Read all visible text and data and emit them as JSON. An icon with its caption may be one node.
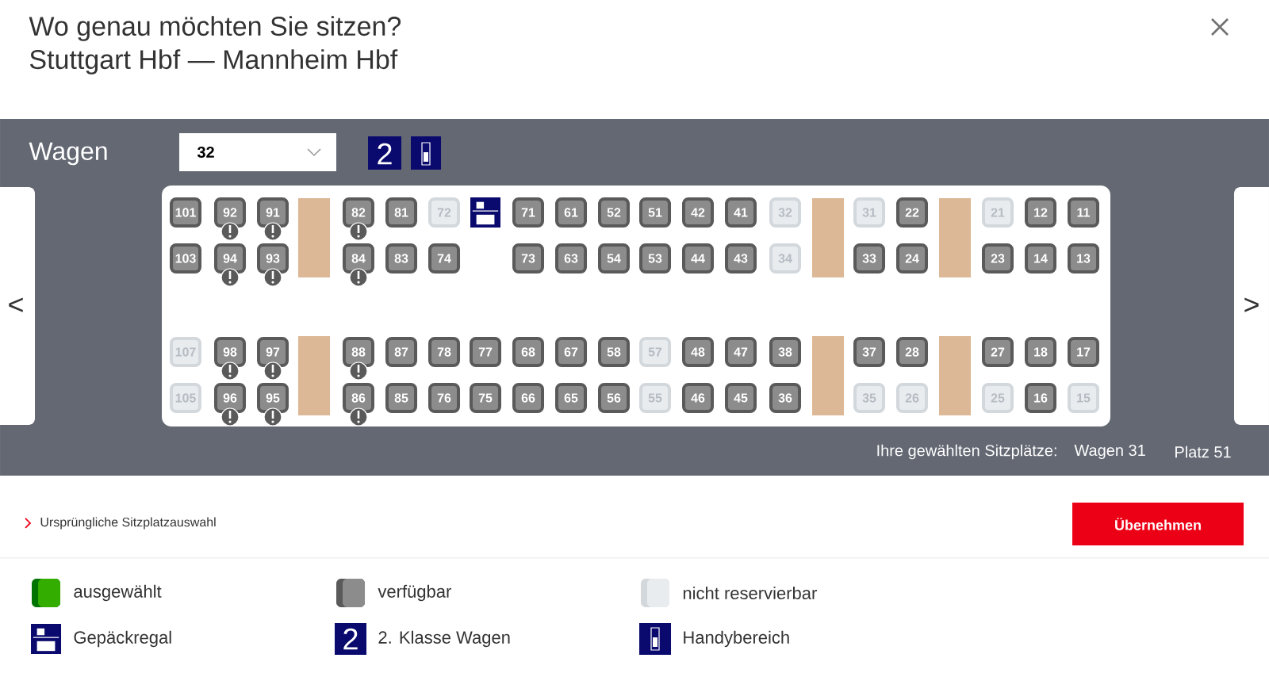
{
  "diagram": {
    "title": "Wo genau möchten Sie sitzen?",
    "nodes": [
      {
        "text": [],
        "shape": "box"
      },
      {
        "text": [
          "101"
        ],
        "in": 0
      },
      {
        "text": [
          "92"
        ],
        "in": 0
      },
      {
        "text": [
          "91"
        ],
        "in": 0
      },
      {
        "text": [
          "82"
        ],
        "in": 0
      },
      {
        "text": [
          "81"
        ],
        "in": 0
      },
      {
        "text": [
          "72"
        ],
        "in": 0
      },
      {
        "text": [
          "71"
        ],
        "in": 0
      },
      {
        "text": [
          "61"
        ],
        "in": 0
      },
      {
        "text": [
          "52"
        ],
        "in": 0
      },
      {
        "text": [
          "51"
        ],
        "in": 0
      },
      {
        "text": [
          "42"
        ],
        "in": 0
      },
      {
        "text": [
          "41"
        ],
        "in": 0
      },
      {
        "text": [
          "32"
        ],
        "in": 0
      },
      {
        "text": [
          "31"
        ],
        "in": 0
      },
      {
        "text": [
          "22"
        ],
        "in": 0
      },
      {
        "text": [
          "21"
        ],
        "in": 0
      },
      {
        "text": [
          "12"
        ],
        "in": 0
      },
      {
        "text": [
          "11"
        ],
        "in": 0
      },
      {
        "text": [
          "103"
        ],
        "in": 0
      },
      {
        "text": [
          "94"
        ],
        "in": 0
      },
      {
        "text": [
          "93"
        ],
        "in": 0
      },
      {
        "text": [
          "84"
        ],
        "in": 0
      },
      {
        "text": [
          "83"
        ],
        "in": 0
      },
      {
        "text": [
          "74"
        ],
        "in": 0
      },
      {
        "text": [
          "73"
        ],
        "in": 0
      },
      {
        "text": [
          "63"
        ],
        "in": 0
      },
      {
        "text": [
          "54"
        ],
        "in": 0
      },
      {
        "text": [
          "53"
        ],
        "in": 0
      },
      {
        "text": [
          "44"
        ],
        "in": 0
      },
      {
        "text": [
          "43"
        ],
        "in": 0
      },
      {
        "text": [
          "34"
        ],
        "in": 0
      },
      {
        "text": [
          "33"
        ],
        "in": 0
      },
      {
        "text": [
          "24"
        ],
        "in": 0
      },
      {
        "text": [
          "23"
        ],
        "in": 0
      },
      {
        "text": [
          "14"
        ],
        "in": 0
      },
      {
        "text": [
          "13"
        ],
        "in": 0
      },
      {
        "text": [
          "107"
        ],
        "in": 0
      },
      {
        "text": [
          "98"
        ],
        "in": 0
      },
      {
        "text": [
          "97"
        ],
        "in": 0
      },
      {
        "text": [
          "88"
        ],
        "in": 0
      },
      {
        "text": [
          "87"
        ],
        "in": 0
      },
      {
        "text": [
          "78"
        ],
        "in": 0
      },
      {
        "text": [
          "77"
        ],
        "in": 0
      },
      {
        "text": [
          "68"
        ],
        "in": 0
      },
      {
        "text": [
          "67"
        ],
        "in": 0
      },
      {
        "text": [
          "58"
        ],
        "in": 0
      },
      {
        "text": [
          "57"
        ],
        "in": 0
      },
      {
        "text": [
          "48"
        ],
        "in": 0
      },
      {
        "text": [
          "47"
        ],
        "in": 0
      },
      {
        "text": [
          "38"
        ],
        "in": 0
      },
      {
        "text": [
          "37"
        ],
        "in": 0
      },
      {
        "text": [
          "28"
        ],
        "in": 0
      },
      {
        "text": [
          "27"
        ],
        "in": 0
      },
      {
        "text": [
          "18"
        ],
        "in": 0
      },
      {
        "text": [
          "17"
        ],
        "in": 0
      },
      {
        "text": [
          "105"
        ],
        "in": 0
      },
      {
        "text": [
          "96"
        ],
        "in": 0
      },
      {
        "text": [
          "95"
        ],
        "in": 0
      },
      {
        "text": [
          "86"
        ],
        "in": 0
      },
      {
        "text": [
          "85"
        ],
        "in": 0
      },
      {
        "text": [
          "76"
        ],
        "in": 0
      },
      {
        "text": [
          "75"
        ],
        "in": 0
      },
      {
        "text": [
          "66"
        ],
        "in": 0
      },
      {
        "text": [
          "65"
        ],
        "in": 0
      },
      {
        "text": [
          "56"
        ],
        "in": 0
      },
      {
        "text": [
          "55"
        ],
        "in": 0
      },
      {
        "text": [
          "46"
        ],
        "in": 0
      },
      {
        "text": [
          "45"
        ],
        "in": 0
      },
      {
        "text": [
          "36"
        ],
        "in": 0
      },
      {
        "text": [
          "35"
        ],
        "in": 0
      },
      {
        "text": [
          "26"
        ],
        "in": 0
      },
      {
        "text": [
          "25"
        ],
        "in": 0
      },
      {
        "text": [
          "16"
        ],
        "in": 0
      },
      {
        "text": [
          "15"
        ],
        "in": 0
      }
    ],
    "labels": [
      "Stuttgart Hbf — Mannheim Hbf",
      "Wagen",
      "32",
      "2",
      "<",
      ">",
      "Ihre gewählten Sitzplätze:",
      "Wagen 31",
      "Platz 51",
      "Ursprüngliche Sitzplatzauswahl",
      "Übernehmen",
      "2"
    ],
    "legend": [
      {
        "text": "ausgewählt"
      },
      {
        "text": "verfügbar"
      },
      {
        "text": "nicht reservierbar"
      },
      {
        "text": "Gepäckregal"
      },
      {
        "text": "2. Klasse Wagen"
      },
      {
        "text": "Handybereich"
      }
    ]
  }
}
